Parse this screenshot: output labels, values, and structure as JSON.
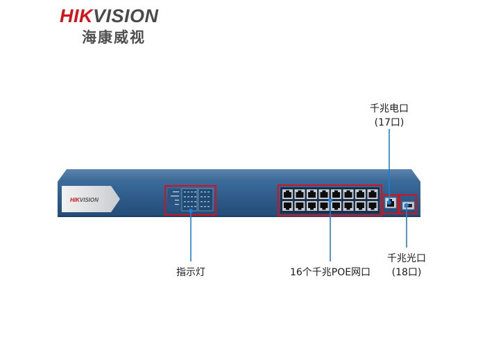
{
  "brand": {
    "logo_prefix": "HIK",
    "logo_suffix": "VISION",
    "logo_cn": "海康威视"
  },
  "device": {
    "panel_logo_prefix": "HIK",
    "panel_logo_suffix": "VISION",
    "colors": {
      "chassis": "#2f5d8f",
      "callout_box": "#d4121b",
      "leader_line": "#1f7fd6",
      "logo_red": "#d4121b"
    }
  },
  "callouts": {
    "indicator": {
      "label": "指示灯"
    },
    "poe_ports": {
      "label": "16个千兆POE网口"
    },
    "copper_port": {
      "label": "千兆电口",
      "sublabel": "(17口)"
    },
    "fiber_port": {
      "label": "千兆光口",
      "sublabel": "(18口)"
    }
  }
}
